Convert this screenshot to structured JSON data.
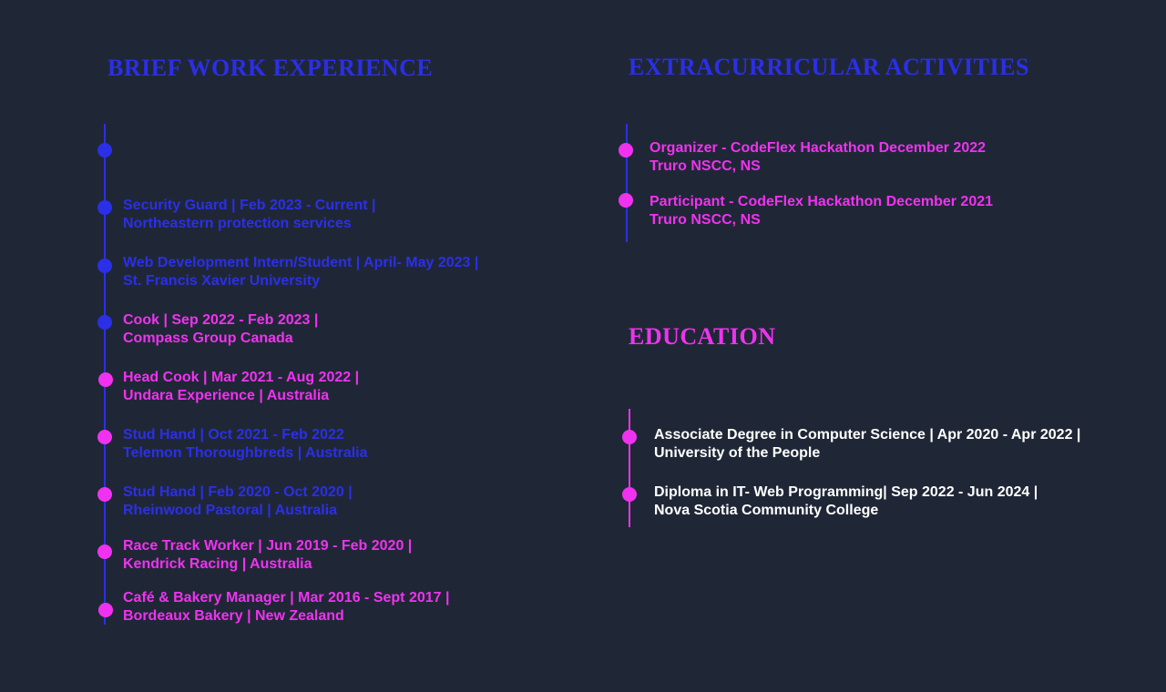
{
  "colors": {
    "background": "#1f2736",
    "blue": "#2b2fe8",
    "magenta": "#f032f0",
    "white": "#ffffff"
  },
  "work": {
    "title": "BRIEF WORK EXPERIENCE",
    "entries": [
      {
        "line1": "Security Guard | Feb 2023 - Current |",
        "line2": "Northeastern protection services"
      },
      {
        "line1": "Web Development Intern/Student | April- May 2023 |",
        "line2": "St. Francis Xavier University"
      },
      {
        "line1": "Cook | Sep 2022 - Feb 2023 |",
        "line2": "Compass Group Canada"
      },
      {
        "line1": "Head Cook | Mar 2021 - Aug 2022 |",
        "line2": "Undara Experience | Australia"
      },
      {
        "line1": "Stud Hand | Oct 2021 - Feb 2022",
        "line2": "Telemon Thoroughbreds | Australia"
      },
      {
        "line1": "Stud Hand | Feb 2020 - Oct 2020 |",
        "line2": "Rheinwood Pastoral | Australia"
      },
      {
        "line1": "Race Track Worker | Jun 2019 - Feb 2020 |",
        "line2": "Kendrick Racing | Australia"
      },
      {
        "line1": "Café & Bakery Manager | Mar 2016 - Sept 2017 |",
        "line2": "Bordeaux Bakery | New Zealand"
      }
    ]
  },
  "extracurricular": {
    "title": "EXTRACURRICULAR ACTIVITIES",
    "entries": [
      {
        "line1": "Organizer - CodeFlex Hackathon December 2022",
        "line2": "Truro NSCC, NS"
      },
      {
        "line1": "Participant - CodeFlex Hackathon December 2021",
        "line2": "Truro NSCC, NS"
      }
    ]
  },
  "education": {
    "title": "EDUCATION",
    "entries": [
      {
        "line1": "Associate Degree in Computer Science | Apr 2020 - Apr 2022 |",
        "line2": "University of the People"
      },
      {
        "line1": "Diploma in IT- Web Programming| Sep 2022 - Jun 2024 |",
        "line2": "Nova Scotia Community College"
      }
    ]
  }
}
